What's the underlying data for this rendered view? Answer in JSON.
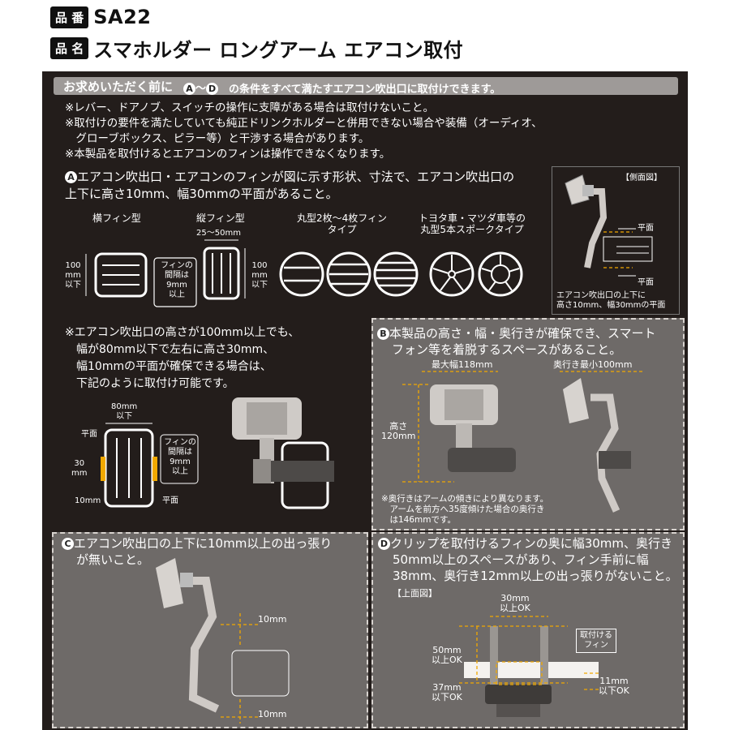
{
  "header": {
    "product_code_badge": "品 番",
    "product_code": "SA22",
    "product_name_badge": "品 名",
    "product_name": "スマホルダー ロングアーム エアコン取付"
  },
  "conditions": {
    "title": "お求めいただく前に",
    "circle_a": "A",
    "range_sep": "〜",
    "circle_d": "D",
    "text": "の条件をすべて満たすエアコン吹出口に取付けできます。"
  },
  "notes": [
    "※レバー、ドアノブ、スイッチの操作に支障がある場合は取付けないこと。",
    "※取付けの要件を満たしていても純正ドリンクホルダーと併用できない場合や装備（オーディオ、",
    "　グローブボックス、ピラー等）と干渉する場合があります。",
    "※本製品を取付けるとエアコンのフィンは操作できなくなります。"
  ],
  "section_a": {
    "badge": "A",
    "line1": "エアコン吹出口・エアコンのフィンが図に示す形状、寸法で、エアコン吹出口の",
    "line2": "上下に高さ10mm、幅30mmの平面があること。",
    "types": {
      "horizontal": "横フィン型",
      "vertical": "縦フィン型",
      "vertical_dim": "25〜50mm",
      "round_1": "丸型2枚〜4枚フィン",
      "round_2": "タイプ",
      "spoke_1": "トヨタ車・マツダ車等の",
      "spoke_2": "丸型5本スポークタイプ"
    },
    "height_left": [
      "100",
      "mm",
      "以下"
    ],
    "height_right": [
      "100",
      "mm",
      "以下"
    ],
    "fin_gap": [
      "フィンの",
      "間隔は",
      "9mm",
      "以上"
    ],
    "side_view": {
      "title": "【側面図】",
      "flat_top": "平面",
      "flat_bottom": "平面",
      "caption_1": "エアコン吹出口の上下に",
      "caption_2": "高さ10mm、幅30mmの平面"
    }
  },
  "note_100mm": {
    "lines": [
      "※エアコン吹出口の高さが100mm以上でも、",
      "　幅が80mm以下で左右に高さ30mm、",
      "　幅10mmの平面が確保できる場合は、",
      "　下記のように取付け可能です。"
    ],
    "width_1": "80mm",
    "width_2": "以下",
    "flat_left": "平面",
    "height_30": [
      "30",
      "mm"
    ],
    "dim_10": "10mm",
    "flat_right": "平面",
    "fin_gap": [
      "フィンの",
      "間隔は",
      "9mm",
      "以上"
    ]
  },
  "section_b": {
    "badge": "B",
    "line1": "本製品の高さ・幅・奥行きが確保でき、スマート",
    "line2": "フォン等を着脱するスペースがあること。",
    "max_width": "最大幅118mm",
    "min_depth": "奥行き最小100mm",
    "height_1": "高さ",
    "height_2": "120mm",
    "footnote": [
      "※奥行きはアームの傾きにより異なります。",
      "　アームを前方へ35度傾けた場合の奥行き",
      "　は146mmです。"
    ]
  },
  "section_c": {
    "badge": "C",
    "line1": "エアコン吹出口の上下に10mm以上の出っ張り",
    "line2": "が無いこと。",
    "dim_top": "10mm",
    "dim_bottom": "10mm"
  },
  "section_d": {
    "badge": "D",
    "line1": "クリップを取付けるフィンの奥に幅30mm、奥行き",
    "line2": "50mm以上のスペースがあり、フィン手前に幅",
    "line3": "38mm、奥行き12mm以上の出っ張りがないこと。",
    "top_view": "【上面図】",
    "width_1": "30mm",
    "width_2": "以上OK",
    "depth_1": "50mm",
    "depth_2": "以上OK",
    "front_1": "37mm",
    "front_2": "以下OK",
    "right_1": "11mm",
    "right_2": "以下OK",
    "fin_label_1": "取付ける",
    "fin_label_2": "フィン"
  },
  "colors": {
    "board": "#231d1b",
    "panel": "#6e6a68",
    "accent": "#f2a900"
  }
}
